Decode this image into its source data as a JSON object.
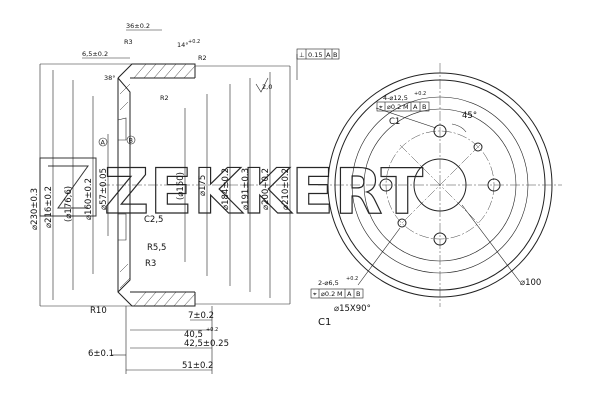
{
  "watermark": {
    "text": "ZEKKERT",
    "icon": "zekkert-z-logo"
  },
  "section_view": {
    "top_dims": {
      "d36": "36±0.2",
      "r3": "R3",
      "d14": "14°",
      "d14_tol": "+0.2",
      "r2_top": "R2",
      "d65": "6,5±0.2",
      "a38": "38°",
      "r2_inner": "R2"
    },
    "gdt_top": {
      "sym": "⊥",
      "tol": "0.15",
      "ref1": "A",
      "ref2": "B"
    },
    "surface_mark": "2,0",
    "vertical_dims": [
      "⌀230±0.3",
      "⌀216±0.2",
      "(⌀176,6)",
      "⌀160±0.2",
      "⌀57±0.05",
      "(⌀150)",
      "⌀175",
      "⌀184±0.2",
      "⌀191±0.3",
      "⌀200+0.2",
      "⌀210±0.2"
    ],
    "datum_a": "A",
    "datum_b": "B",
    "radii": {
      "c25": "C2,5",
      "r55": "R5,5",
      "r3b": "R3",
      "r10": "R10"
    },
    "bottom_dims": {
      "d7": "7±0.2",
      "d405": "40,5",
      "d405_tol": "+0.2",
      "d425": "42,5±0.25",
      "d6": "6±0.1",
      "d51": "51±0.2"
    }
  },
  "front_view": {
    "holes_top": "4-⌀12,5",
    "holes_top_tol": "+0.2",
    "fcf_top": {
      "pos": "⌖",
      "tol": "⌀0.2",
      "mod": "M",
      "ref1": "A",
      "ref2": "B"
    },
    "c1_top": "C1",
    "angle": "45°",
    "holes_bottom": "2-⌀6,5",
    "holes_bottom_tol": "+0.2",
    "fcf_bottom": {
      "pos": "⌖",
      "tol": "⌀0.2",
      "mod": "M",
      "ref1": "A",
      "ref2": "B"
    },
    "chamfer": "⌀15X90°",
    "c1_bottom": "C1",
    "d100": "⌀100"
  }
}
